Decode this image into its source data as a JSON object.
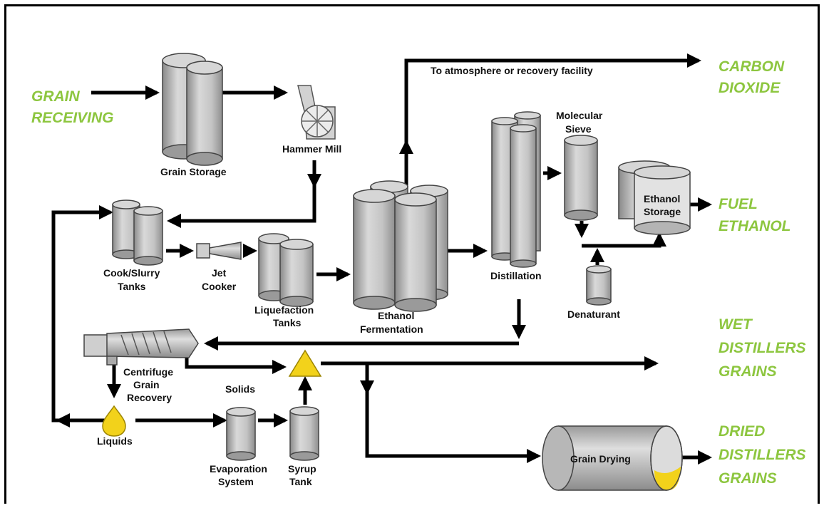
{
  "inputs": {
    "grain_receiving": [
      "GRAIN",
      "RECEIVING"
    ]
  },
  "outputs": {
    "carbon_dioxide": [
      "CARBON",
      "DIOXIDE"
    ],
    "fuel_ethanol": [
      "FUEL",
      "ETHANOL"
    ],
    "wet_distillers_grains": [
      "WET",
      "DISTILLERS",
      "GRAINS"
    ],
    "dried_distillers_grains": [
      "DRIED",
      "DISTILLERS",
      "GRAINS"
    ]
  },
  "process": {
    "grain_storage": "Grain Storage",
    "hammer_mill": "Hammer Mill",
    "cook_slurry": [
      "Cook/Slurry",
      "Tanks"
    ],
    "jet_cooker": [
      "Jet",
      "Cooker"
    ],
    "liquefaction": [
      "Liquefaction",
      "Tanks"
    ],
    "fermentation": [
      "Ethanol",
      "Fermentation"
    ],
    "distillation": "Distillation",
    "molecular_sieve": [
      "Molecular",
      "Sieve"
    ],
    "ethanol_storage": [
      "Ethanol",
      "Storage"
    ],
    "denaturant": "Denaturant",
    "centrifuge": [
      "Centrifuge",
      "Grain",
      "Recovery"
    ],
    "solids": "Solids",
    "liquids": "Liquids",
    "evaporation": [
      "Evaporation",
      "System"
    ],
    "syrup_tank": [
      "Syrup",
      "Tank"
    ],
    "grain_drying": "Grain Drying",
    "to_atmosphere": "To atmosphere or recovery facility"
  },
  "colors": {
    "accent_green": "#8dc63f",
    "tank_gray": "#c8c8c8",
    "syrup_yellow": "#f2d21b"
  }
}
